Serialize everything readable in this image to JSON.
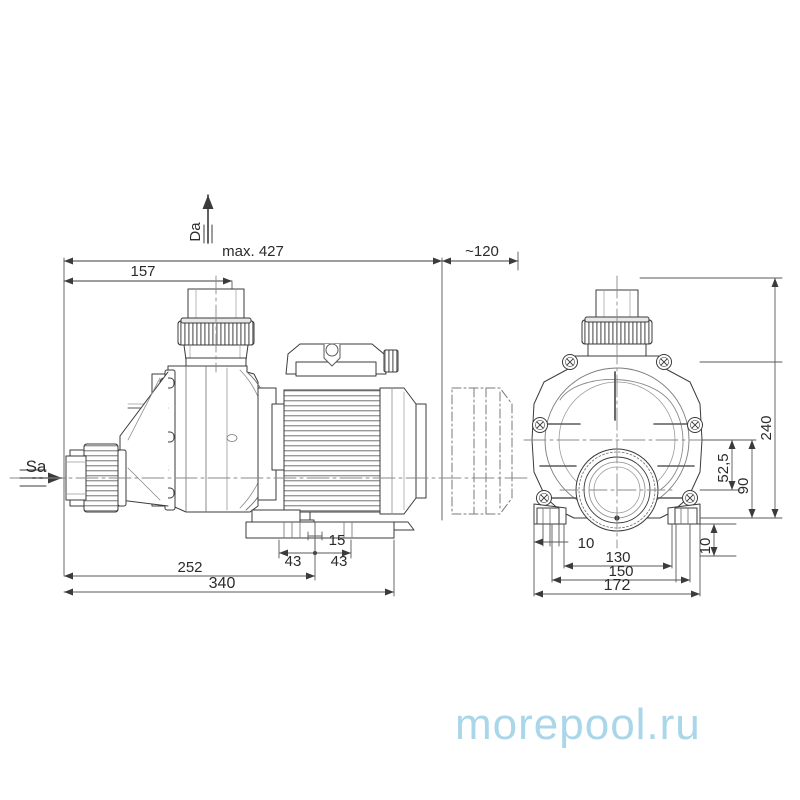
{
  "drawing": {
    "title": "Pool pump dimensional drawing",
    "type": "technical-drawing",
    "units": "mm",
    "line_color": "#3b3b3b",
    "watermark": {
      "text": "morepool.ru",
      "color": "#a9d6e9"
    },
    "flow_labels": {
      "discharge": "Da",
      "suction": "Sa"
    },
    "dimensions": {
      "side_view": {
        "overall_length": "340",
        "length_to_foot_center": "252",
        "max_height_label": "max. 427",
        "suction_port_offset": "157",
        "fan_cowl_clearance": "~120",
        "foot_left_spacing": "43",
        "foot_right_spacing": "43",
        "foot_width": "15"
      },
      "front_view": {
        "overall_height": "240",
        "shaft_center_height": "90",
        "port_center_height": "52,5",
        "foot_thickness": "10",
        "foot_pad_width": "10",
        "bolt_spacing_inner": "130",
        "bolt_spacing_outer": "150",
        "overall_width": "172"
      }
    },
    "labels_list": [
      "Da",
      "max. 427",
      "157",
      "~120",
      "Sa",
      "43",
      "15",
      "43",
      "252",
      "340",
      "240",
      "52,5",
      "90",
      "10",
      "10",
      "130",
      "150",
      "172"
    ]
  }
}
